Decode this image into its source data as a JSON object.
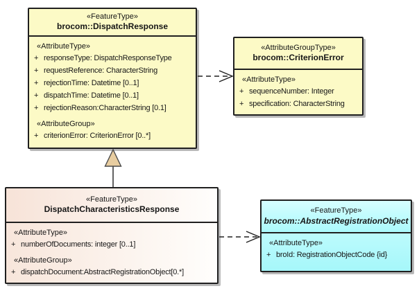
{
  "boxes": {
    "dispatchResponse": {
      "stereotype": "«FeatureType»",
      "name": "brocom::DispatchResponse",
      "attrTypeLabel": "«AttributeType»",
      "attrGroupLabel": "«AttributeGroup»",
      "attributes": [
        {
          "vis": "+",
          "text": "responseType: DispatchResponseType"
        },
        {
          "vis": "+",
          "text": "requestReference: CharacterString"
        },
        {
          "vis": "+",
          "text": "rejectionTime: Datetime [0..1]"
        },
        {
          "vis": "+",
          "text": "dispatchTime: Datetime [0..1]"
        },
        {
          "vis": "+",
          "text": "rejectionReason:CharacterString [0.1]"
        }
      ],
      "groupAttributes": [
        {
          "vis": "+",
          "text": "criterionError: CriterionError [0..*]"
        }
      ]
    },
    "criterionError": {
      "stereotype": "«AttributeGroupType»",
      "name": "brocom::CriterionError",
      "attrTypeLabel": "«AttributeType»",
      "attributes": [
        {
          "vis": "+",
          "text": "sequenceNumber: Integer"
        },
        {
          "vis": "+",
          "text": "specification: CharacterString"
        }
      ]
    },
    "dispatchCharacteristicsResponse": {
      "stereotype": "«FeatureType»",
      "name": "DispatchCharacteristicsResponse",
      "attrTypeLabel": "«AttributeType»",
      "attrGroupLabel": "«AttributeGroup»",
      "attributes": [
        {
          "vis": "+",
          "text": "numberOfDocuments: integer [0..1]"
        }
      ],
      "groupAttributes": [
        {
          "vis": "+",
          "text": "dispatchDocument:AbstractRegistrationObject[0.*]"
        }
      ]
    },
    "abstractRegistrationObject": {
      "stereotype": "«FeatureType»",
      "name": "brocom::AbstractRegistrationObject",
      "attrTypeLabel": "«AttributeType»",
      "attributes": [
        {
          "vis": "+",
          "text": "broId: RegistrationObjectCode {id}"
        }
      ]
    }
  },
  "colors": {
    "yellowFill": "#FCFAC6",
    "pinkFillLeft": "#F8E6DB",
    "pinkFillRight": "#FFFEFC",
    "cyanFillTop": "#CFFEFF",
    "cyanFillBottom": "#A6F7FA",
    "border": "#1F1F1F",
    "shadow": "#B9B9B9",
    "generalizationTriangleFill": "#E8CDA0"
  }
}
